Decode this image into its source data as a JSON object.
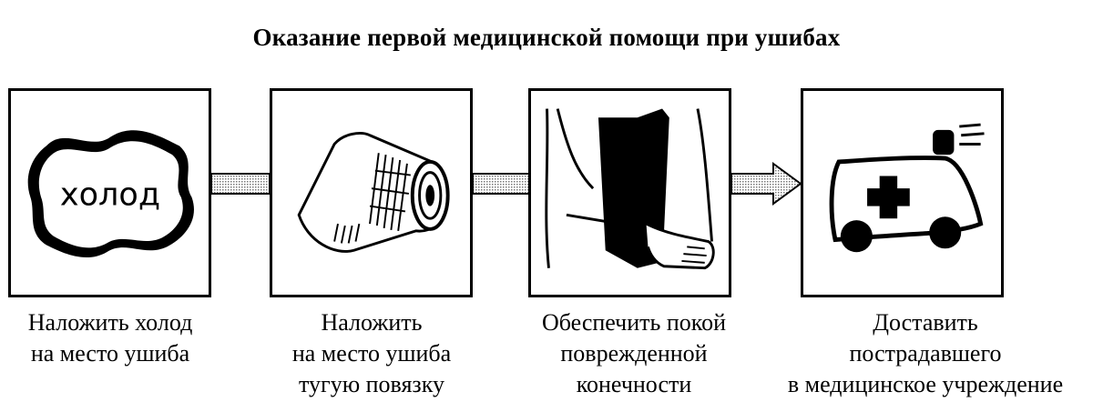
{
  "title": "Оказание первой медицинской помощи при ушибах",
  "steps": [
    {
      "icon": "cold-pack-icon",
      "icon_text": "холод",
      "caption": [
        "Наложить холод",
        "на место ушиба"
      ]
    },
    {
      "icon": "bandage-roll-icon",
      "caption": [
        "Наложить",
        "на место ушиба",
        "тугую повязку"
      ]
    },
    {
      "icon": "arm-sling-icon",
      "caption": [
        "Обеспечить покой",
        "поврежденной",
        "конечности"
      ]
    },
    {
      "icon": "ambulance-icon",
      "caption": [
        "Доставить",
        "пострадавшего",
        "в медицинское учреждение"
      ]
    }
  ]
}
